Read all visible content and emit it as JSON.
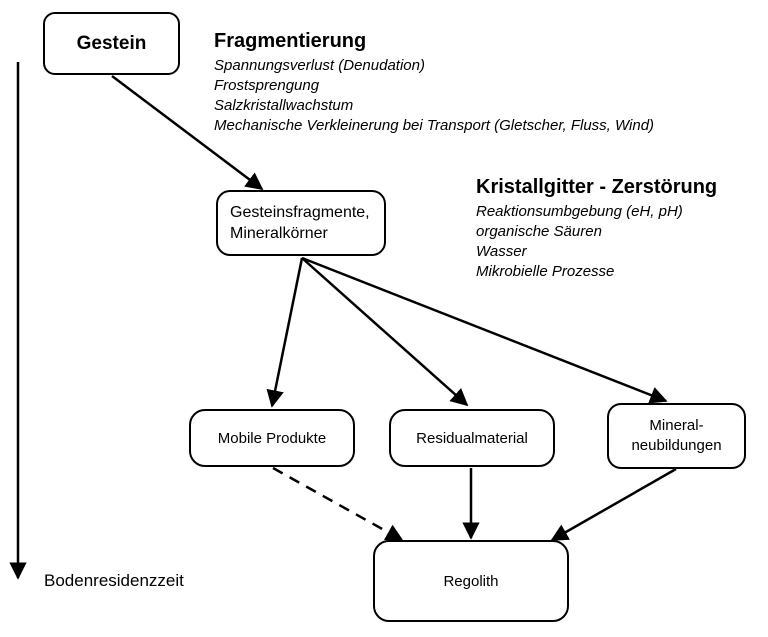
{
  "nodes": {
    "gestein": "Gestein",
    "fragmente": [
      "Gesteinsfragmente,",
      "Mineralkörner"
    ],
    "mobile": "Mobile Produkte",
    "residual": "Residualmaterial",
    "mineral": [
      "Mineral-",
      "neubildungen"
    ],
    "regolith": "Regolith"
  },
  "processes": {
    "fragmentierung": {
      "title": "Fragmentierung",
      "items": [
        "Spannungsverlust (Denudation)",
        "Frostsprengung",
        "Salzkristallwachstum",
        "Mechanische Verkleinerung bei Transport (Gletscher, Fluss, Wind)"
      ]
    },
    "kristallgitter": {
      "title": "Kristallgitter - Zerstörung",
      "items": [
        "Reaktionsumbgebung (eH, pH)",
        "organische Säuren",
        "Wasser",
        "Mikrobielle Prozesse"
      ]
    }
  },
  "time_axis_label": "Bodenresidenzzeit"
}
